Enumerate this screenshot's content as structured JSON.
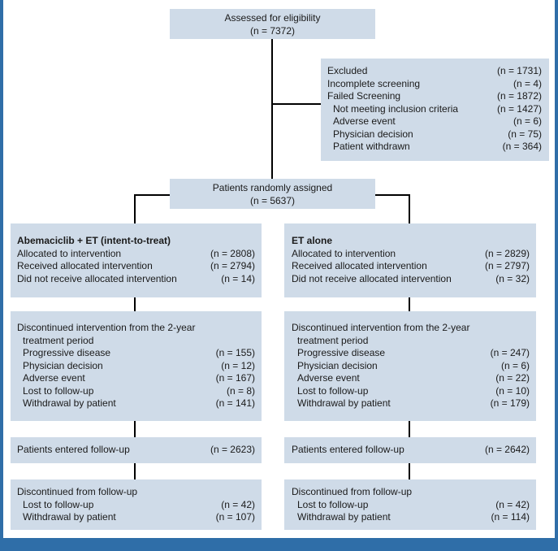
{
  "eligibility": {
    "title": "Assessed for eligibility",
    "n": "(n = 7372)"
  },
  "excluded": {
    "rows": [
      {
        "label": "Excluded",
        "n": "(n = 1731)",
        "indent": false
      },
      {
        "label": "Incomplete screening",
        "n": "(n = 4)",
        "indent": false
      },
      {
        "label": "Failed Screening",
        "n": "(n = 1872)",
        "indent": false
      },
      {
        "label": "Not meeting inclusion criteria",
        "n": "(n = 1427)",
        "indent": true
      },
      {
        "label": "Adverse event",
        "n": "(n = 6)",
        "indent": true
      },
      {
        "label": "Physician decision",
        "n": "(n = 75)",
        "indent": true
      },
      {
        "label": "Patient withdrawn",
        "n": "(n = 364)",
        "indent": true
      }
    ]
  },
  "randomized": {
    "title": "Patients randomly assigned",
    "n": "(n = 5637)"
  },
  "arms": [
    {
      "title": "Abemaciclib + ET (intent-to-treat)",
      "allocation": [
        {
          "label": "Allocated to intervention",
          "n": "(n = 2808)"
        },
        {
          "label": "Received allocated intervention",
          "n": "(n = 2794)"
        },
        {
          "label": "Did not receive allocated intervention",
          "n": "(n = 14)"
        }
      ],
      "discontinued_title_1": "Discontinued intervention from the 2-year",
      "discontinued_title_2": "treatment period",
      "discontinued": [
        {
          "label": "Progressive disease",
          "n": "(n = 155)"
        },
        {
          "label": "Physician decision",
          "n": "(n = 12)"
        },
        {
          "label": "Adverse event",
          "n": "(n = 167)"
        },
        {
          "label": "Lost to follow-up",
          "n": "(n = 8)"
        },
        {
          "label": "Withdrawal by patient",
          "n": "(n = 141)"
        }
      ],
      "followup": {
        "label": "Patients entered follow-up",
        "n": "(n = 2623)"
      },
      "followup_disc_title": "Discontinued from follow-up",
      "followup_disc": [
        {
          "label": "Lost to follow-up",
          "n": "(n = 42)"
        },
        {
          "label": "Withdrawal by patient",
          "n": "(n = 107)"
        }
      ]
    },
    {
      "title": "ET alone",
      "allocation": [
        {
          "label": "Allocated to intervention",
          "n": "(n = 2829)"
        },
        {
          "label": "Received allocated intervention",
          "n": "(n = 2797)"
        },
        {
          "label": "Did not receive allocated intervention",
          "n": "(n = 32)"
        }
      ],
      "discontinued_title_1": "Discontinued intervention from the 2-year",
      "discontinued_title_2": "treatment period",
      "discontinued": [
        {
          "label": "Progressive disease",
          "n": "(n = 247)"
        },
        {
          "label": "Physician decision",
          "n": "(n = 6)"
        },
        {
          "label": "Adverse event",
          "n": "(n = 22)"
        },
        {
          "label": "Lost to follow-up",
          "n": "(n = 10)"
        },
        {
          "label": "Withdrawal by patient",
          "n": "(n = 179)"
        }
      ],
      "followup": {
        "label": "Patients entered follow-up",
        "n": "(n = 2642)"
      },
      "followup_disc_title": "Discontinued from follow-up",
      "followup_disc": [
        {
          "label": "Lost to follow-up",
          "n": "(n = 42)"
        },
        {
          "label": "Withdrawal by patient",
          "n": "(n = 114)"
        }
      ]
    }
  ],
  "colors": {
    "box": "#cfdbe8",
    "frame": "#2f6ea8",
    "connector": "#000000"
  }
}
